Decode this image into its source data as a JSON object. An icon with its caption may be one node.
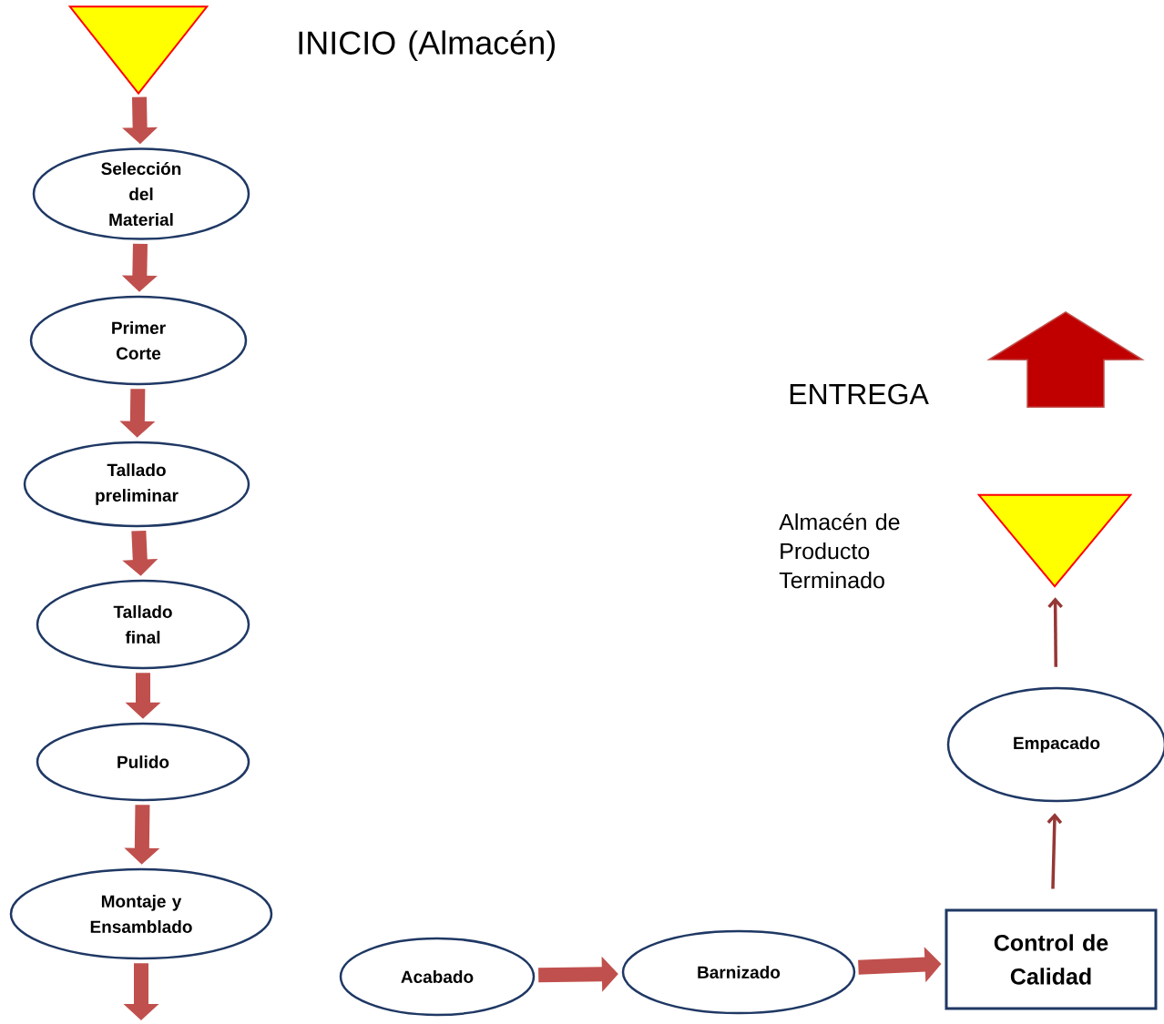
{
  "diagram": {
    "nodes": [
      {
        "text": [],
        "shape": "triangle",
        "beside": [
          "INICIO (Almacén)"
        ]
      },
      {
        "text": [
          "Selección del Material"
        ]
      },
      {
        "text": [
          "Primer Corte"
        ]
      },
      {
        "text": [
          "Tallado preliminar"
        ]
      },
      {
        "text": [
          "Tallado final"
        ]
      },
      {
        "text": [
          "Pulido"
        ]
      },
      {
        "text": [
          "Montaje y Ensamblado"
        ]
      },
      {
        "text": [
          "Acabado"
        ]
      },
      {
        "text": [
          "Barnizado"
        ]
      },
      {
        "text": [
          "Control de Calidad"
        ]
      },
      {
        "text": [
          "Empacado"
        ]
      },
      {
        "text": [],
        "shape": "triangle",
        "beside": [
          "Almacén de Producto Terminado"
        ]
      },
      {
        "text": [],
        "shape": "arrow",
        "beside": [
          "ENTREGA"
        ]
      }
    ],
    "edges": [
      {
        "from": 0,
        "to": 1,
        "arrow": "to"
      },
      {
        "from": 1,
        "to": 2,
        "arrow": "to"
      },
      {
        "from": 2,
        "to": 3,
        "arrow": "to"
      },
      {
        "from": 3,
        "to": 4,
        "arrow": "to"
      },
      {
        "from": 4,
        "to": 5,
        "arrow": "to"
      },
      {
        "from": 5,
        "to": 6,
        "arrow": "to"
      },
      {
        "from": 6,
        "to": null,
        "arrow": "to"
      },
      {
        "from": 7,
        "to": 8,
        "arrow": "to"
      },
      {
        "from": 8,
        "to": 9,
        "arrow": "to"
      },
      {
        "from": 9,
        "to": 10,
        "arrow": "to",
        "color": "#953735"
      },
      {
        "from": 10,
        "to": 11,
        "arrow": "to",
        "color": "#953735"
      }
    ]
  }
}
